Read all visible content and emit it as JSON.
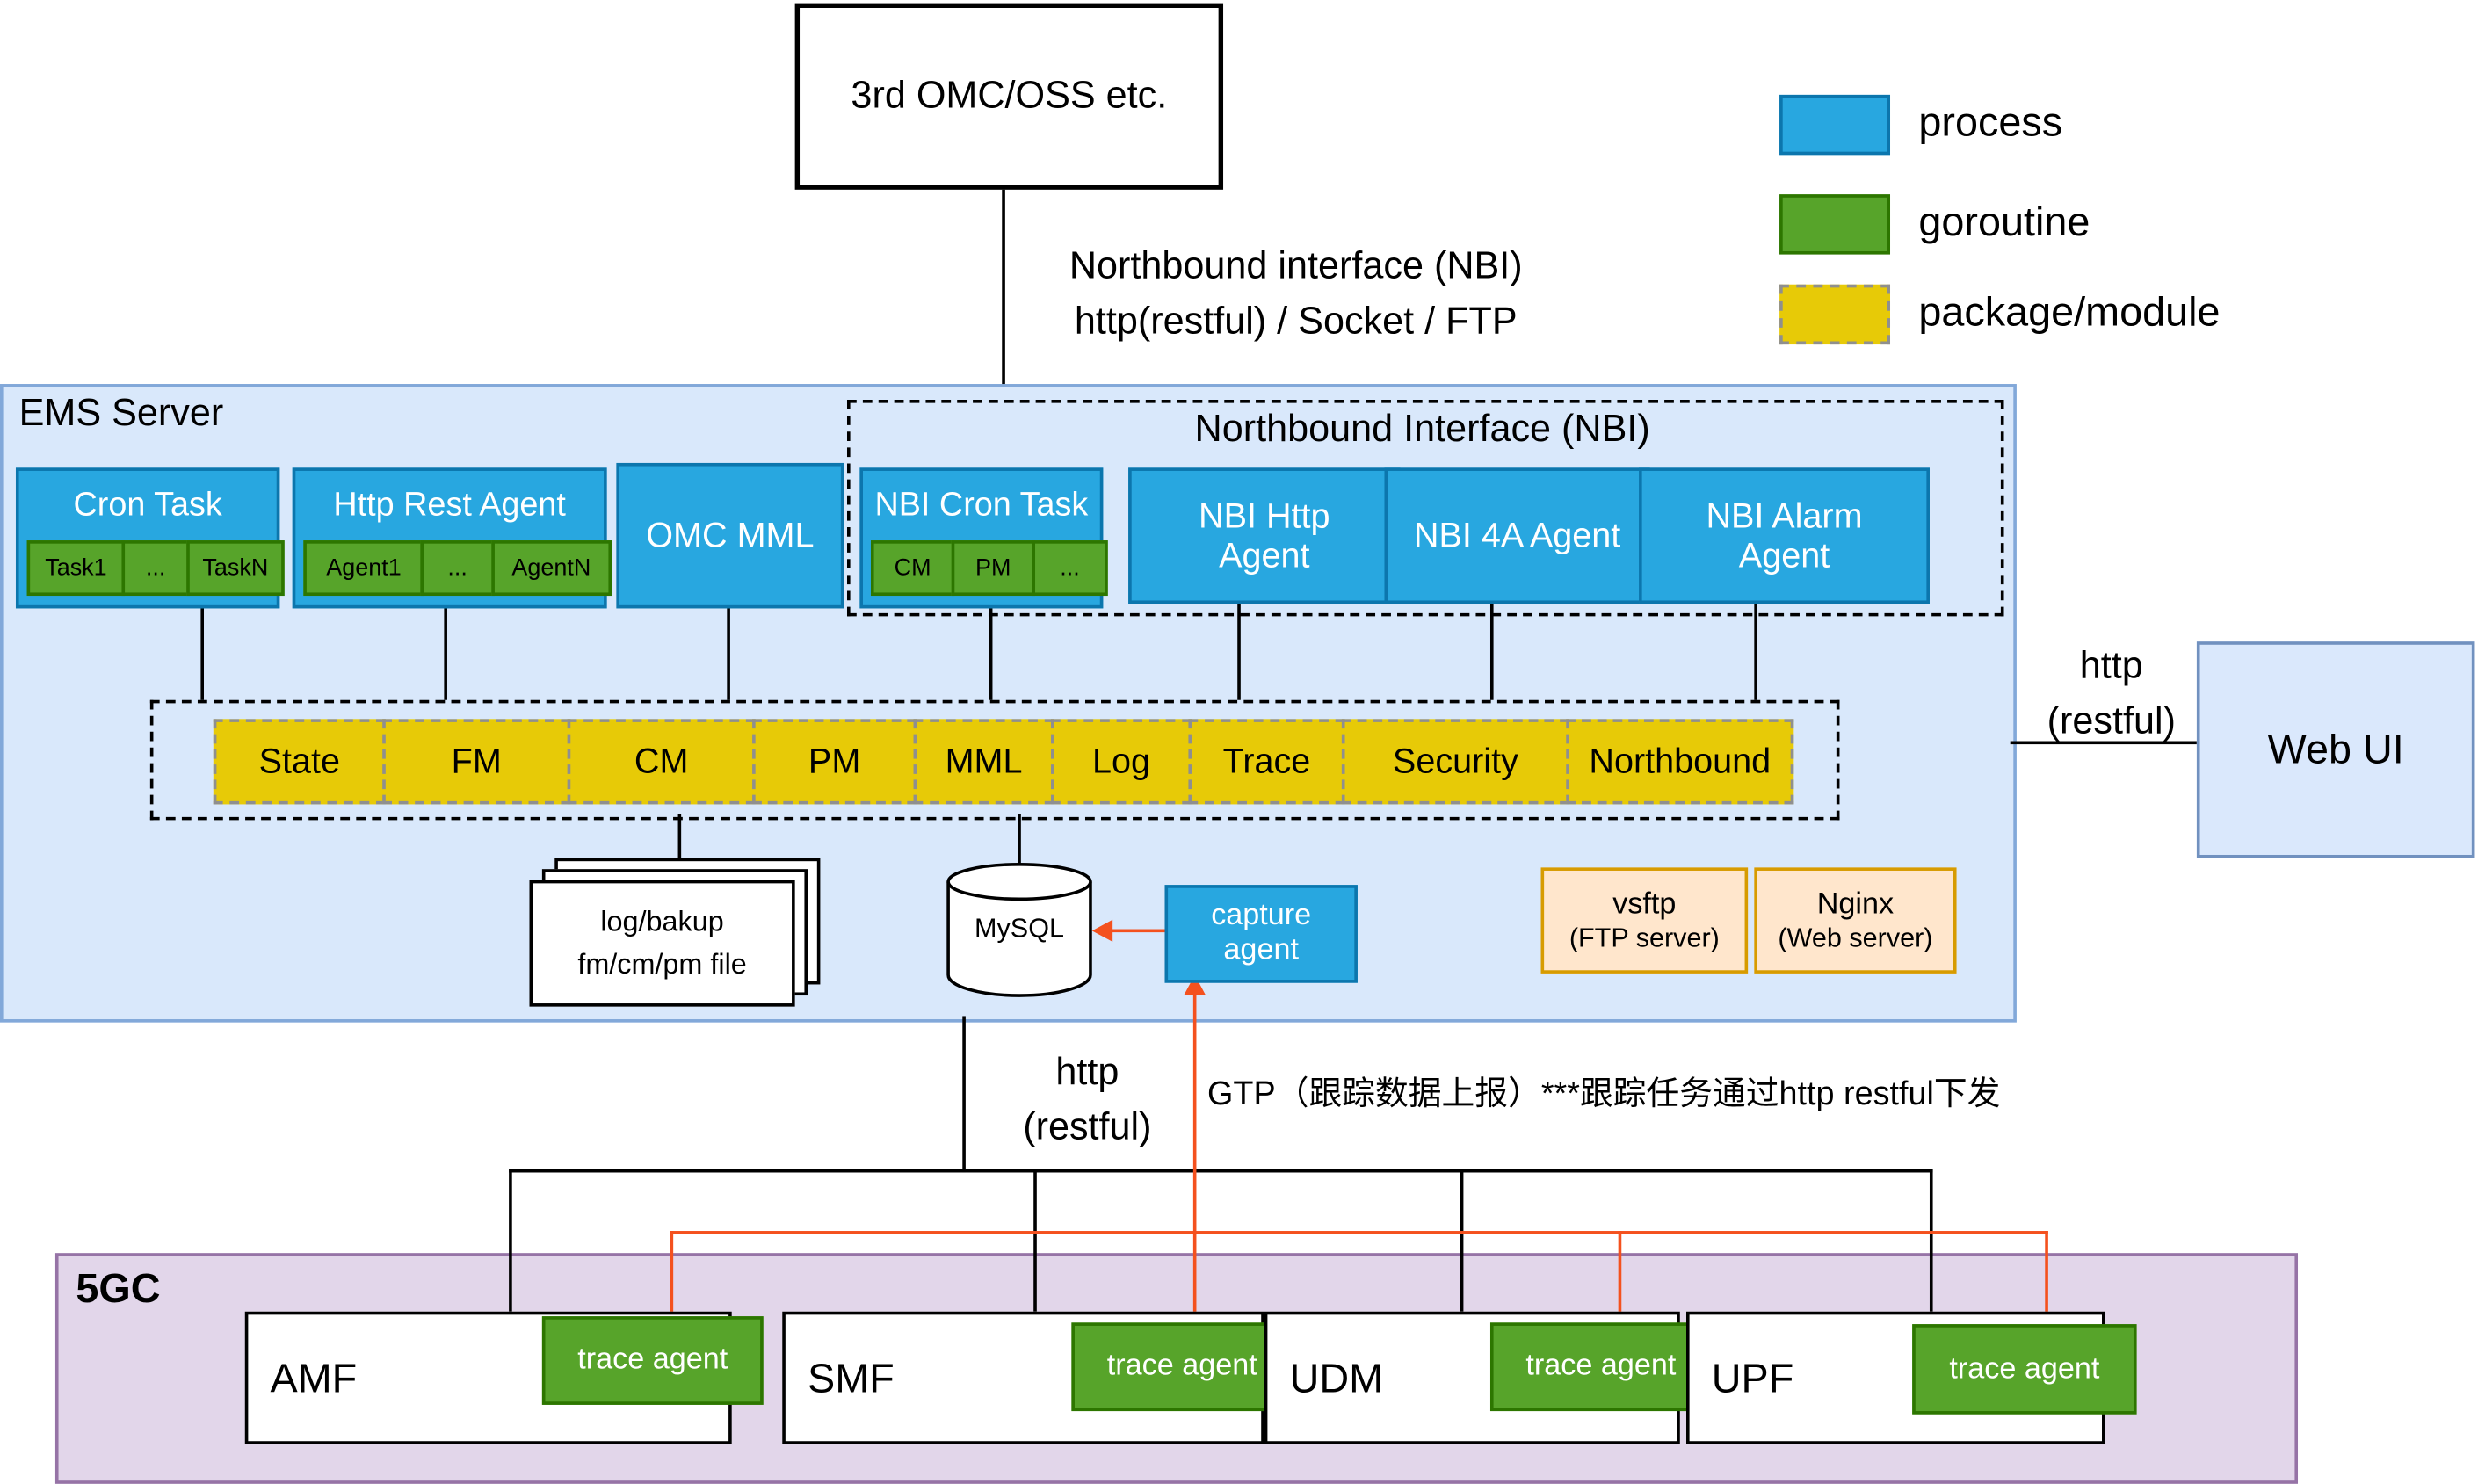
{
  "colors": {
    "process": "#28a7e0",
    "goroutine": "#57a42a",
    "package": "#e7ca07",
    "orange_link": "#f4511e",
    "ems_fill": "#d9e8fb",
    "fivegc_fill": "#e2d6ea",
    "server_fill": "#ffe6cc",
    "webui_fill": "#dae8fc"
  },
  "external": {
    "omc_box": "3rd OMC/OSS etc."
  },
  "legend": [
    {
      "label": "process"
    },
    {
      "label": "goroutine"
    },
    {
      "label": "package/module"
    }
  ],
  "north_link": {
    "line1": "Northbound interface (NBI)",
    "line2": "http(restful) / Socket / FTP"
  },
  "ems": {
    "title": "EMS Server",
    "cron_task": {
      "title": "Cron Task",
      "items": [
        "Task1",
        "...",
        "TaskN"
      ]
    },
    "http_rest_agent": {
      "title": "Http Rest Agent",
      "items": [
        "Agent1",
        "...",
        "AgentN"
      ]
    },
    "omc_mml": {
      "title": "OMC MML"
    },
    "nbi": {
      "title": "Northbound Interface (NBI)",
      "cron_task": {
        "title": "NBI Cron Task",
        "items": [
          "CM",
          "PM",
          "..."
        ]
      },
      "http_agent": "NBI Http Agent",
      "four_a_agent": "NBI 4A Agent",
      "alarm_agent": "NBI Alarm Agent"
    },
    "packages": [
      "State",
      "FM",
      "CM",
      "PM",
      "MML",
      "Log",
      "Trace",
      "Security",
      "Northbound"
    ],
    "file_store": {
      "line1": "log/bakup",
      "line2": "fm/cm/pm file"
    },
    "database": "MySQL",
    "capture_agent": "capture agent",
    "ftp_server": {
      "name": "vsftp",
      "desc": "(FTP server)"
    },
    "web_server": {
      "name": "Nginx",
      "desc": "(Web server)"
    }
  },
  "web_ui": {
    "label": "Web UI"
  },
  "east_link": {
    "line1": "http",
    "line2": "(restful)"
  },
  "south_link": {
    "line1": "http",
    "line2": "(restful)"
  },
  "gtp_note": "GTP（跟踪数据上报）***跟踪任务通过http restful下发",
  "five_gc": {
    "title": "5GC",
    "trace_agent": "trace agent",
    "nfs": [
      {
        "name": "AMF"
      },
      {
        "name": "SMF"
      },
      {
        "name": "UDM"
      },
      {
        "name": "UPF"
      }
    ]
  }
}
